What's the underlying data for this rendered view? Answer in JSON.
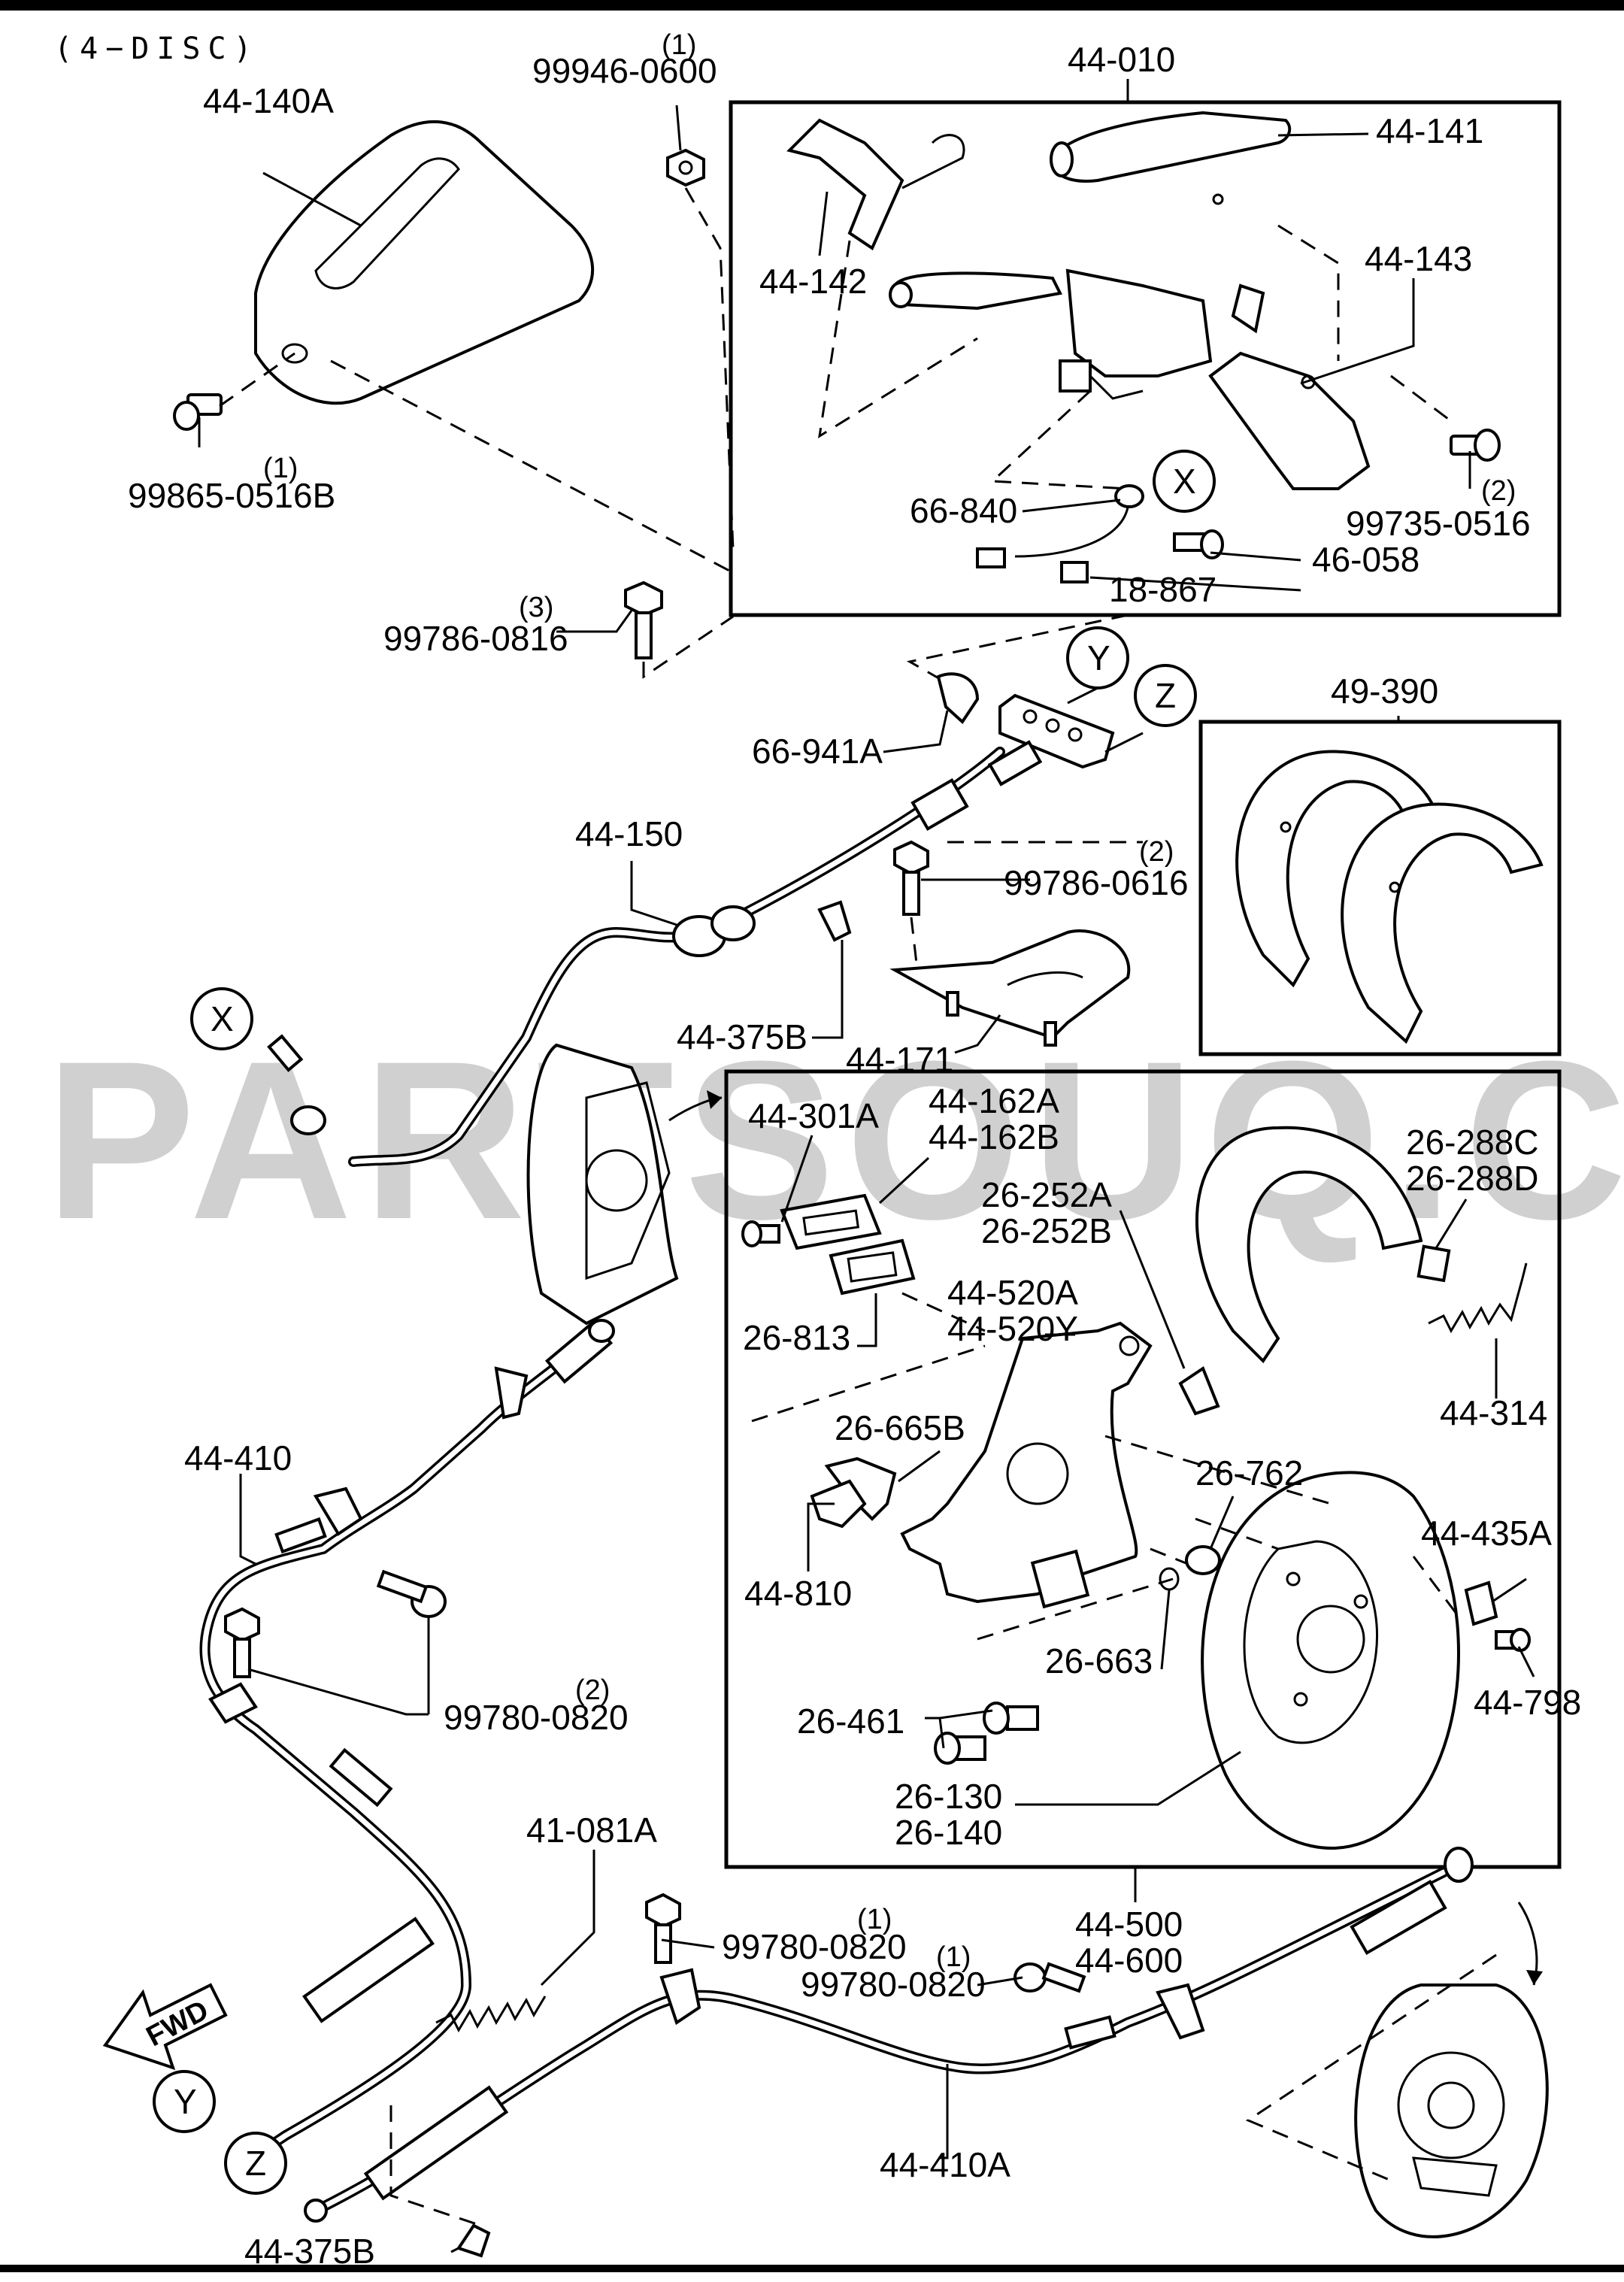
{
  "header": {
    "variant": "(4−DISC)"
  },
  "watermark": {
    "text": "PARTSOUQ.COM"
  },
  "callouts": [
    "X",
    "Y",
    "Z",
    "X",
    "Y",
    "Z"
  ],
  "fwd_arrow": {
    "text": "FWD"
  },
  "labels": {
    "l_44_140A": "44-140A",
    "l_99946_0600": "99946-0600",
    "q_99946_0600": "(1)",
    "l_99865_0516B": "99865-0516B",
    "q_99865_0516B": "(1)",
    "l_99786_0816": "99786-0816",
    "q_99786_0816": "(3)",
    "l_44_010": "44-010",
    "l_44_141": "44-141",
    "l_44_142": "44-142",
    "l_44_143": "44-143",
    "l_66_840": "66-840",
    "l_99735_0516": "99735-0516",
    "q_99735_0516": "(2)",
    "l_46_058": "46-058",
    "l_18_867": "18-867",
    "l_66_941A": "66-941A",
    "l_49_390": "49-390",
    "l_44_150": "44-150",
    "l_99786_0616": "99786-0616",
    "q_99786_0616": "(2)",
    "l_44_375B_top": "44-375B",
    "l_44_171": "44-171",
    "l_44_301A": "44-301A",
    "l_44_162A": "44-162A",
    "l_44_162B": "44-162B",
    "l_26_252A": "26-252A",
    "l_26_252B": "26-252B",
    "l_26_288C": "26-288C",
    "l_26_288D": "26-288D",
    "l_26_813": "26-813",
    "l_44_520A": "44-520A",
    "l_44_520Y": "44-520Y",
    "l_26_665B": "26-665B",
    "l_44_314": "44-314",
    "l_26_762": "26-762",
    "l_44_435A": "44-435A",
    "l_44_810": "44-810",
    "l_26_663": "26-663",
    "l_44_798": "44-798",
    "l_26_461": "26-461",
    "l_26_130": "26-130",
    "l_26_140": "26-140",
    "l_44_410": "44-410",
    "l_99780_0820_a": "99780-0820",
    "q_99780_0820_a": "(2)",
    "l_41_081A": "41-081A",
    "l_44_500": "44-500",
    "l_44_600": "44-600",
    "l_99780_0820_b": "99780-0820",
    "q_99780_0820_b": "(1)",
    "l_99780_0820_c": "99780-0820",
    "q_99780_0820_c": "(1)",
    "l_44_410A": "44-410A",
    "l_44_375B_bottom": "44-375B"
  }
}
